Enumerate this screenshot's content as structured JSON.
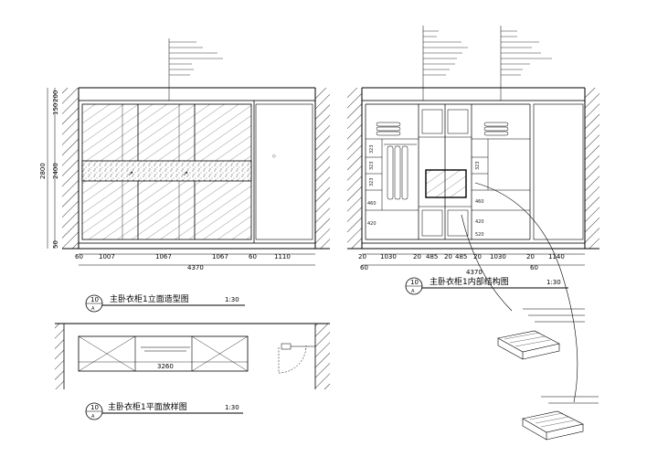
{
  "elevation": {
    "title": "主卧衣柜1立面造型图",
    "scale": "1:30",
    "badge_num": "10",
    "badge_letter": "A",
    "v_dims": [
      "200",
      "150",
      "2800",
      "2400",
      "50"
    ],
    "h_dims": [
      "60",
      "1007",
      "1067",
      "1067",
      "60",
      "1110"
    ],
    "total": "4370"
  },
  "interior": {
    "title": "主卧衣柜1内部结构图",
    "scale": "1:30",
    "badge_num": "10",
    "badge_letter": "A",
    "h_dims": [
      "20",
      "1030",
      "20",
      "485",
      "20",
      "485",
      "20",
      "1030",
      "20",
      "1140"
    ],
    "sub_dims": [
      "60",
      "60"
    ],
    "total": "4370",
    "inner_v": [
      "323",
      "323",
      "323",
      "323",
      "420",
      "460",
      "420",
      "460",
      "520"
    ]
  },
  "plan": {
    "title": "主卧衣柜1平面放样图",
    "scale": "1:30",
    "badge_num": "10",
    "badge_letter": "A",
    "width_dim": "3260"
  }
}
